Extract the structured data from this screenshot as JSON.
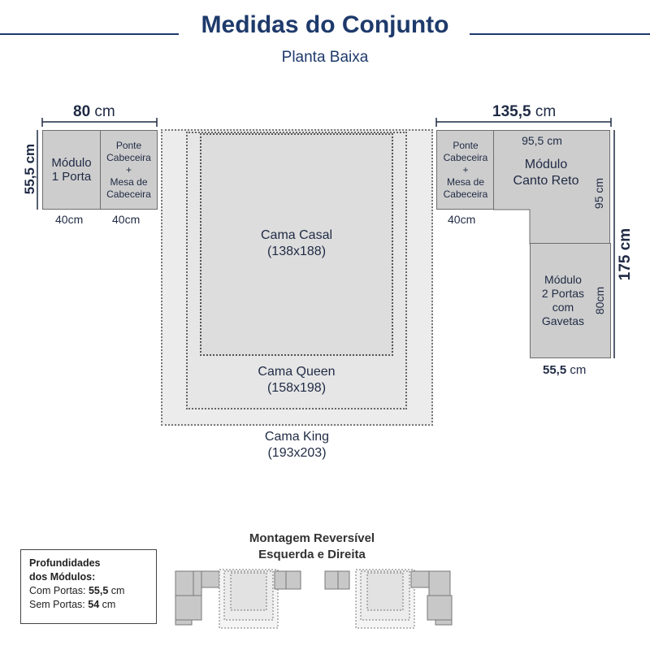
{
  "header": {
    "title": "Medidas do Conjunto",
    "subtitle": "Planta Baixa"
  },
  "left_set": {
    "width_label_value": "80",
    "width_label_unit": "cm",
    "depth_label": "55,5 cm",
    "modules": [
      {
        "label": "Módulo\n1 Porta",
        "width_label": "40cm"
      },
      {
        "label": "Ponte\nCabeceira\n+\nMesa de\nCabeceira",
        "width_label": "40cm"
      }
    ]
  },
  "right_set": {
    "width_label_value": "135,5",
    "width_label_unit": "cm",
    "height_label": "175 cm",
    "modules": [
      {
        "label": "Ponte\nCabeceira\n+\nMesa de\nCabeceira",
        "width_label": "40cm"
      },
      {
        "label": "Módulo\nCanto Reto",
        "top_label": "95,5 cm",
        "side_label": "95 cm"
      },
      {
        "label": "Módulo\n2 Portas\ncom\nGavetas",
        "side_label": "80cm",
        "bottom_label_value": "55,5",
        "bottom_label_unit": "cm"
      }
    ]
  },
  "beds": [
    {
      "name": "Cama Casal",
      "size": "(138x188)"
    },
    {
      "name": "Cama Queen",
      "size": "(158x198)"
    },
    {
      "name": "Cama King",
      "size": "(193x203)"
    }
  ],
  "info": {
    "heading_line1": "Profundidades",
    "heading_line2": "dos Módulos:",
    "with_doors_label": "Com Portas:",
    "with_doors_value": "55,5",
    "with_doors_unit": "cm",
    "without_doors_label": "Sem Portas:",
    "without_doors_value": "54",
    "without_doors_unit": "cm"
  },
  "reversible": {
    "title_line1": "Montagem Reversível",
    "title_line2": "Esquerda e Direita"
  },
  "colors": {
    "title": "#1e3a6b",
    "module_fill": "#cdcdcd",
    "module_border": "#6d6d6d",
    "bed_fill": "#ececec",
    "dimension_line": "#1f2a44"
  }
}
